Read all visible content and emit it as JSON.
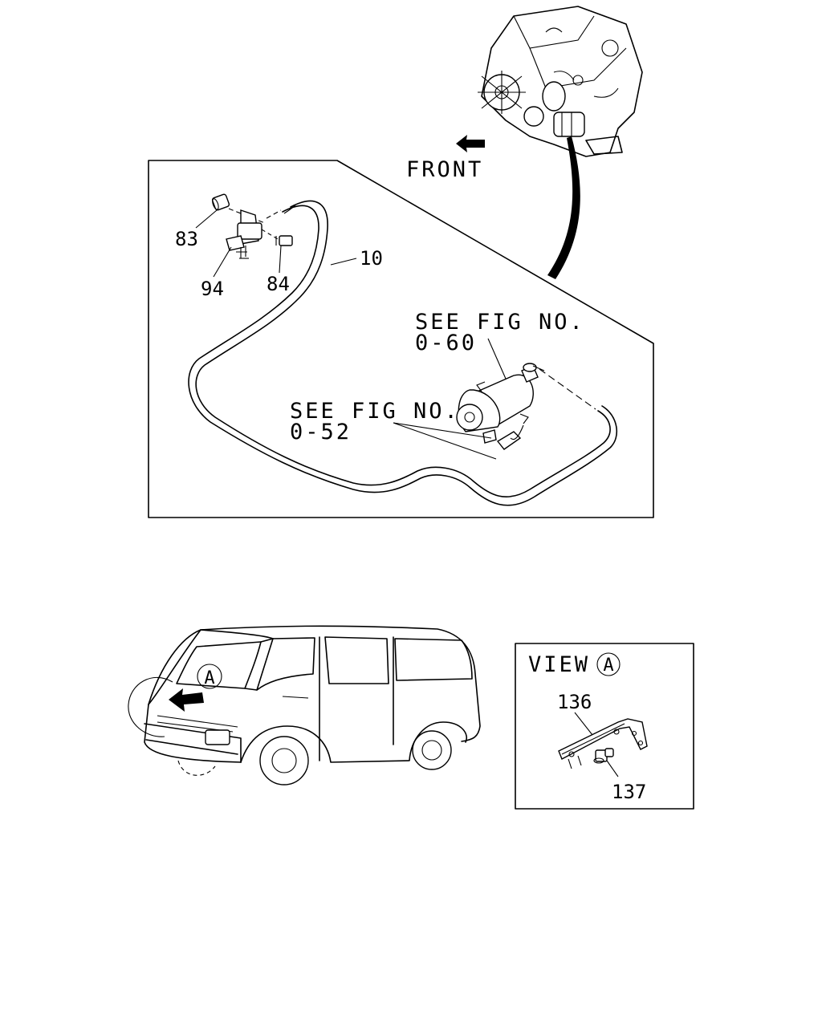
{
  "labels": {
    "front": "FRONT",
    "see_fig_1": "SEE FIG NO.",
    "fig_ref_1": "0-60",
    "see_fig_2": "SEE FIG NO.",
    "fig_ref_2": "0-52",
    "view": "VIEW",
    "view_marker": "A",
    "van_marker": "A"
  },
  "callouts": {
    "p83": "83",
    "p94": "94",
    "p84": "84",
    "p10": "10",
    "p136": "136",
    "p137": "137"
  }
}
